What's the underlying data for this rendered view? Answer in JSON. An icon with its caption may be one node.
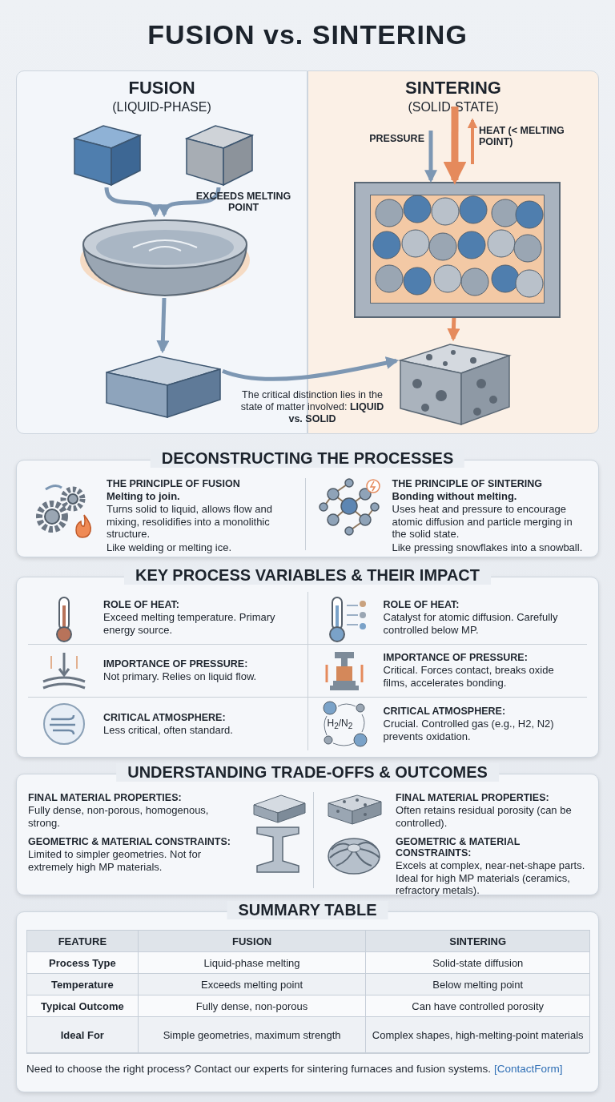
{
  "diagram": {
    "title": "FUSION vs. SINTERING",
    "nodes": [
      {
        "text": [
          "FUSION",
          "(LIQUID-PHASE)"
        ]
      },
      {
        "text": [],
        "shape": "picture",
        "in": 0
      },
      {
        "text": [],
        "shape": "picture",
        "in": 0
      },
      {
        "text": [],
        "shape": "picture",
        "in": 0
      },
      {
        "text": [],
        "shape": "picture",
        "in": 0
      },
      {
        "text": [
          "SINTERING",
          "(SOLID-STATE)"
        ]
      },
      {
        "text": [],
        "shape": "picture",
        "in": 5
      },
      {
        "text": [],
        "shape": "picture",
        "in": 5
      },
      {
        "text": [
          "DECONSTRUCTING THE PROCESSES"
        ]
      },
      {
        "text": [
          "KEY PROCESS VARIABLES & THEIR IMPACT"
        ]
      },
      {
        "text": [
          "UNDERSTANDING TRADE-OFFS & OUTCOMES"
        ]
      },
      {
        "text": [
          "SUMMARY TABLE"
        ]
      }
    ],
    "edges": [
      {
        "from": 1,
        "to": 3,
        "arrow": "to"
      },
      {
        "from": 2,
        "to": 3,
        "arrow": "to"
      },
      {
        "from": 3,
        "to": 4,
        "arrow": "to"
      },
      {
        "from": 4,
        "to": 7,
        "arrow": "to"
      },
      {
        "from": null,
        "to": 6,
        "arrow": "to",
        "label": "PRESSURE"
      },
      {
        "from": null,
        "to": 6,
        "arrow": "to",
        "label": "HEAT (< MELTING POINT)",
        "style": "thick",
        "color": "#e58a5c"
      },
      {
        "from": 6,
        "to": 7,
        "arrow": "to",
        "color": "#e58a5c"
      }
    ],
    "labels": [
      "EXCEEDS MELTING POINT",
      "The critical distinction lies in the state of matter involved: **LIQUID vs. SOLID**",
      "THE PRINCIPLE OF FUSION",
      "Melting to join.",
      "Turns solid to liquid, allows flow and mixing, resolidifies into a monolithic structure.",
      "Like welding or melting ice.",
      "THE PRINCIPLE OF SINTERING",
      "Bonding without melting.",
      "Uses heat and pressure to encourage atomic diffusion and particle merging in the solid state.",
      "Like pressing snowflakes into a snowball.",
      "ROLE OF HEAT:",
      "Exceed melting temperature. Primary energy source.",
      "ROLE OF HEAT:",
      "Catalyst for atomic diffusion. Carefully controlled below MP.",
      "IMPORTANCE OF PRESSURE:",
      "Not primary. Relies on liquid flow.",
      "IMPORTANCE OF PRESSURE:",
      "Critical. Forces contact, breaks oxide films, accelerates bonding.",
      "CRITICAL ATMOSPHERE:",
      "Less critical, often standard.",
      "H$_{2}$/N$_{2}$",
      "CRITICAL ATMOSPHERE:",
      "Crucial. Controlled gas (e.g., H2, N2) prevents oxidation.",
      "FINAL MATERIAL PROPERTIES:",
      "Fully dense, non-porous, homogenous, strong.",
      "GEOMETRIC & MATERIAL CONSTRAINTS:",
      "Limited to simpler geometries. Not for extremely high MP materials.",
      "FINAL MATERIAL PROPERTIES:",
      "Often retains residual porosity (can be controlled).",
      "GEOMETRIC & MATERIAL CONSTRAINTS:",
      "Excels at complex, near-net-shape parts. Ideal for high MP materials (ceramics, refractory metals).",
      "FEATURE",
      "FUSION",
      "SINTERING",
      "Process Type",
      "Liquid-phase melting",
      "Solid-state diffusion",
      "Temperature",
      "Exceeds melting point",
      "Below melting point",
      "Typical Outcome",
      "Fully dense, non-porous",
      "Can have controlled porosity",
      "Ideal For",
      "Simple geometries, maximum strength",
      "Complex shapes, high-melting-point materials",
      "Need to choose the right process? Contact our experts for sintering furnaces and fusion systems.",
      "[ContactForm]"
    ]
  }
}
